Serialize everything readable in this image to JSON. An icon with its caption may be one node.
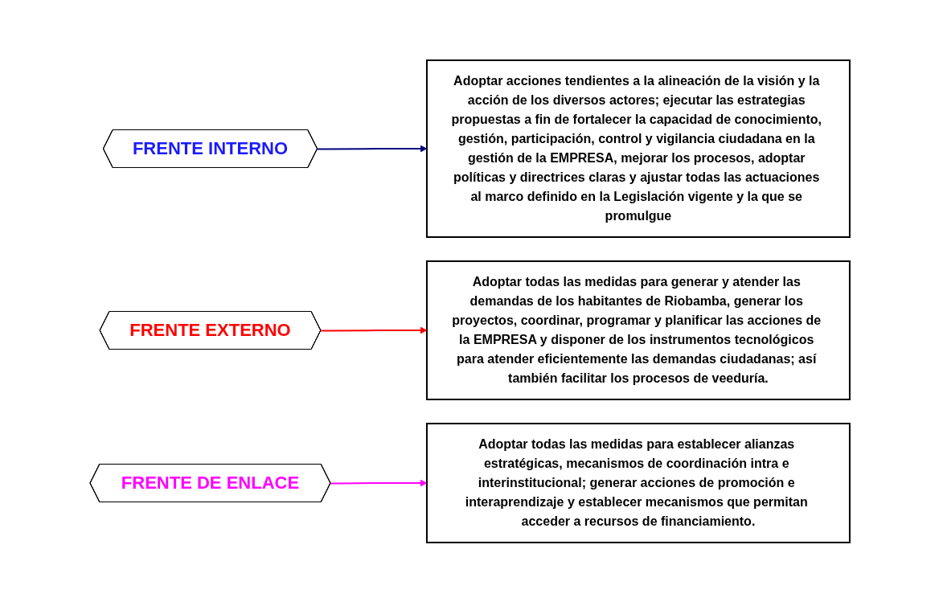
{
  "diagram": {
    "nodes": [
      {
        "text": [
          "FRENTE INTERNO"
        ]
      },
      {
        "text": [
          "Adoptar acciones tendientes a la alineación de la visión y la acción de los diversos actores; ejecutar las estrategias propuestas a fin de fortalecer la capacidad de conocimiento, gestión, participación, control y vigilancia ciudadana en la gestión de la EMPRESA, mejorar los procesos, adoptar políticas y directrices claras y ajustar todas las actuaciones al marco definido en la Legislación vigente y la que se promulgue"
        ]
      },
      {
        "text": [
          "FRENTE EXTERNO"
        ]
      },
      {
        "text": [
          "Adoptar todas las medidas para generar y atender las demandas de los habitantes de Riobamba, generar los proyectos, coordinar, programar y planificar las acciones de la EMPRESA y disponer de los instrumentos tecnológicos para atender eficientemente las demandas ciudadanas; así también facilitar los procesos de veeduría."
        ]
      },
      {
        "text": [
          "FRENTE DE ENLACE"
        ]
      },
      {
        "text": [
          "Adoptar todas las medidas para establecer alianzas estratégicas, mecanismos de coordinación intra e interinstitucional; generar acciones de promoción e interaprendizaje y establecer mecanismos que permitan acceder a recursos de financiamiento."
        ]
      }
    ],
    "edges": [
      {
        "from": 0,
        "to": 1,
        "arrow": "to",
        "color": "#000080"
      },
      {
        "from": 2,
        "to": 3,
        "arrow": "to",
        "color": "#ff0000"
      },
      {
        "from": 4,
        "to": 5,
        "arrow": "to",
        "color": "#ff00ff"
      }
    ]
  }
}
